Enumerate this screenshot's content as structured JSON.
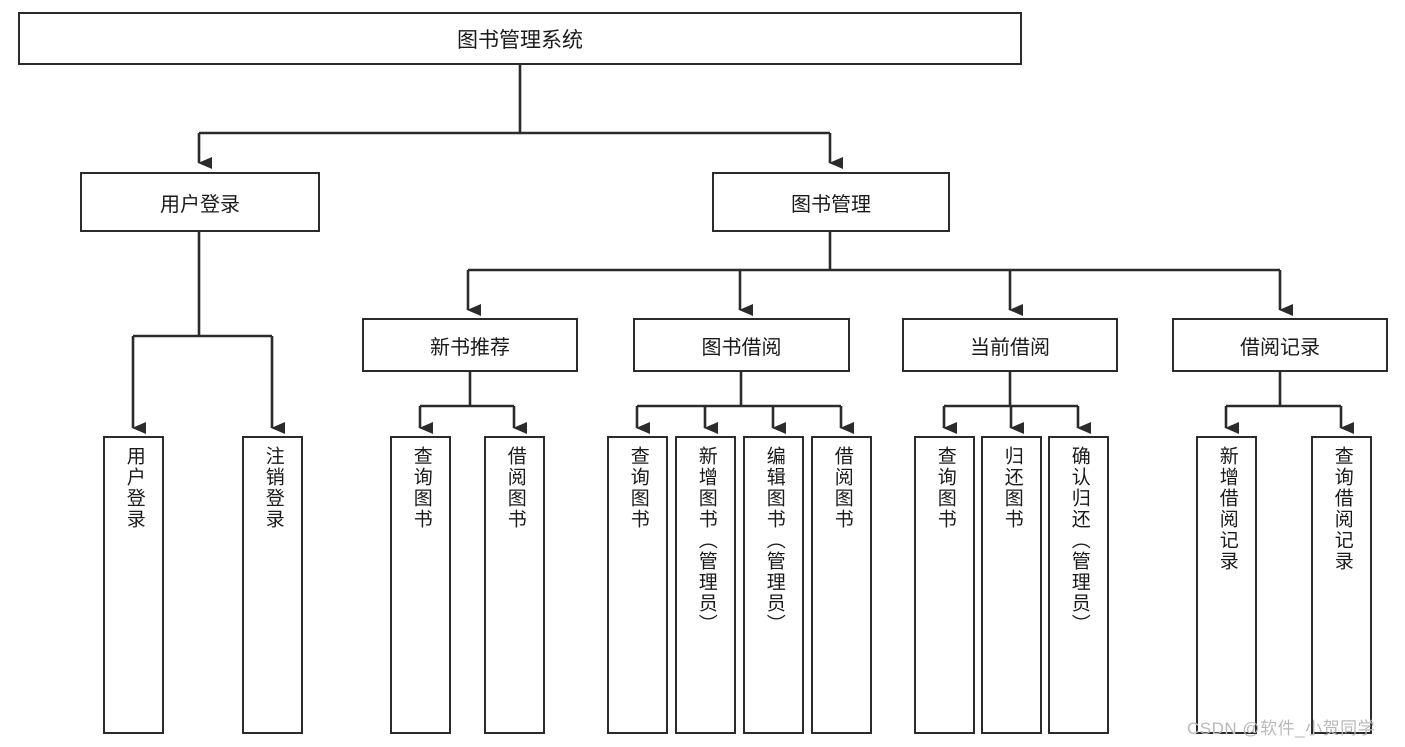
{
  "diagram": {
    "title": "图书管理系统",
    "type": "functional-decomposition-tree",
    "root": {
      "id": "root",
      "label": "图书管理系统"
    },
    "level2": [
      {
        "id": "user-login",
        "label": "用户登录"
      },
      {
        "id": "book-manage",
        "label": "图书管理"
      }
    ],
    "level3": [
      {
        "id": "new-book-recommend",
        "label": "新书推荐",
        "parent": "book-manage"
      },
      {
        "id": "book-borrow",
        "label": "图书借阅",
        "parent": "book-manage"
      },
      {
        "id": "current-borrow",
        "label": "当前借阅",
        "parent": "book-manage"
      },
      {
        "id": "borrow-record",
        "label": "借阅记录",
        "parent": "book-manage"
      }
    ],
    "leaves": [
      {
        "id": "leaf-user-login",
        "label": "用户登录",
        "parent": "user-login"
      },
      {
        "id": "leaf-logout-login",
        "label": "注销登录",
        "parent": "user-login"
      },
      {
        "id": "leaf-query-book-1",
        "label": "查询图书",
        "parent": "new-book-recommend"
      },
      {
        "id": "leaf-borrow-book-1",
        "label": "借阅图书",
        "parent": "new-book-recommend"
      },
      {
        "id": "leaf-query-book-2",
        "label": "查询图书",
        "parent": "book-borrow"
      },
      {
        "id": "leaf-add-book",
        "label": "新增图书（管理员）",
        "parent": "book-borrow"
      },
      {
        "id": "leaf-edit-book",
        "label": "编辑图书（管理员）",
        "parent": "book-borrow"
      },
      {
        "id": "leaf-borrow-book-2",
        "label": "借阅图书",
        "parent": "book-borrow"
      },
      {
        "id": "leaf-query-book-3",
        "label": "查询图书",
        "parent": "current-borrow"
      },
      {
        "id": "leaf-return-book",
        "label": "归还图书",
        "parent": "current-borrow"
      },
      {
        "id": "leaf-confirm-return",
        "label": "确认归还（管理员）",
        "parent": "current-borrow"
      },
      {
        "id": "leaf-add-record",
        "label": "新增借阅记录",
        "parent": "borrow-record"
      },
      {
        "id": "leaf-query-record",
        "label": "查询借阅记录",
        "parent": "borrow-record"
      }
    ],
    "colors": {
      "stroke": "#2b2b2b",
      "fill": "#ffffff",
      "text": "#1a1a1a",
      "watermark": "#b9b9b9"
    }
  },
  "watermark": {
    "text": "CSDN @软件_小贺同学"
  }
}
